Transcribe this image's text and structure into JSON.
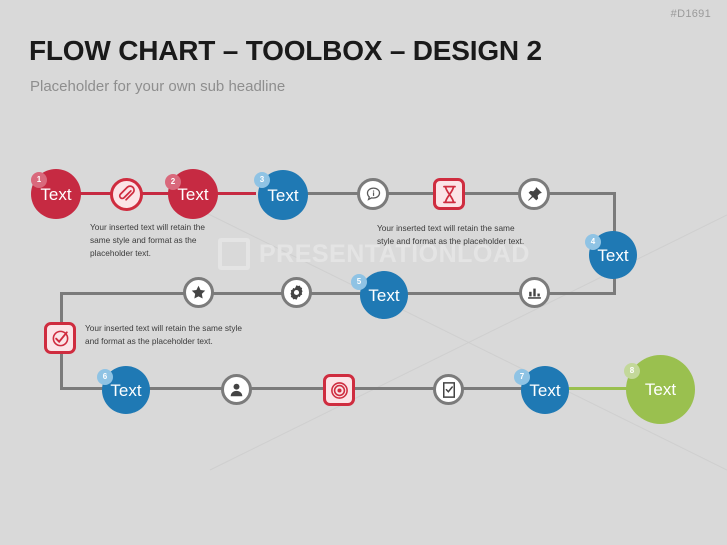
{
  "header": {
    "doc_id": "#D1691",
    "title": "FLOW CHART – TOOLBOX – DESIGN 2",
    "subtitle": "Placeholder for your own sub headline"
  },
  "watermark": {
    "text": "PRESENTATIONLOAD",
    "logo_icon": "square-outline-icon"
  },
  "colors": {
    "red": "#c62a42",
    "blue": "#1f79b4",
    "green": "#9ac04f",
    "gray_connector": "#7b7b7b",
    "background": "#d9d9d9",
    "badge_red": "#d9697c",
    "badge_blue": "#8fc3e4",
    "badge_green": "#c3d89a",
    "icon_red_fill": "#fbe4e7",
    "icon_red_stroke": "#cf2c3f"
  },
  "nodes": [
    {
      "num": "1",
      "label": "Text",
      "color": "red"
    },
    {
      "num": "2",
      "label": "Text",
      "color": "red"
    },
    {
      "num": "3",
      "label": "Text",
      "color": "blue"
    },
    {
      "num": "4",
      "label": "Text",
      "color": "blue"
    },
    {
      "num": "5",
      "label": "Text",
      "color": "blue"
    },
    {
      "num": "6",
      "label": "Text",
      "color": "blue"
    },
    {
      "num": "7",
      "label": "Text",
      "color": "blue"
    },
    {
      "num": "8",
      "label": "Text",
      "color": "green"
    }
  ],
  "icons": [
    {
      "name": "paperclip-icon",
      "style": "red-circle"
    },
    {
      "name": "info-bubble-icon",
      "style": "gray-circle"
    },
    {
      "name": "hourglass-icon",
      "style": "red-square"
    },
    {
      "name": "pushpin-icon",
      "style": "gray-circle"
    },
    {
      "name": "star-icon",
      "style": "gray-circle"
    },
    {
      "name": "gear-icon",
      "style": "gray-circle"
    },
    {
      "name": "bar-chart-icon",
      "style": "gray-circle"
    },
    {
      "name": "check-circle-icon",
      "style": "red-square"
    },
    {
      "name": "user-icon",
      "style": "gray-circle"
    },
    {
      "name": "target-icon",
      "style": "red-square"
    },
    {
      "name": "checklist-icon",
      "style": "gray-circle"
    }
  ],
  "paragraphs": [
    {
      "id": "para-1",
      "text": "Your inserted text will retain the same style and format as the placeholder text."
    },
    {
      "id": "para-2",
      "text": "Your inserted text will retain the same style and format as the placeholder text."
    },
    {
      "id": "para-3",
      "text": "Your inserted text will retain the same style and format as the placeholder text."
    }
  ]
}
